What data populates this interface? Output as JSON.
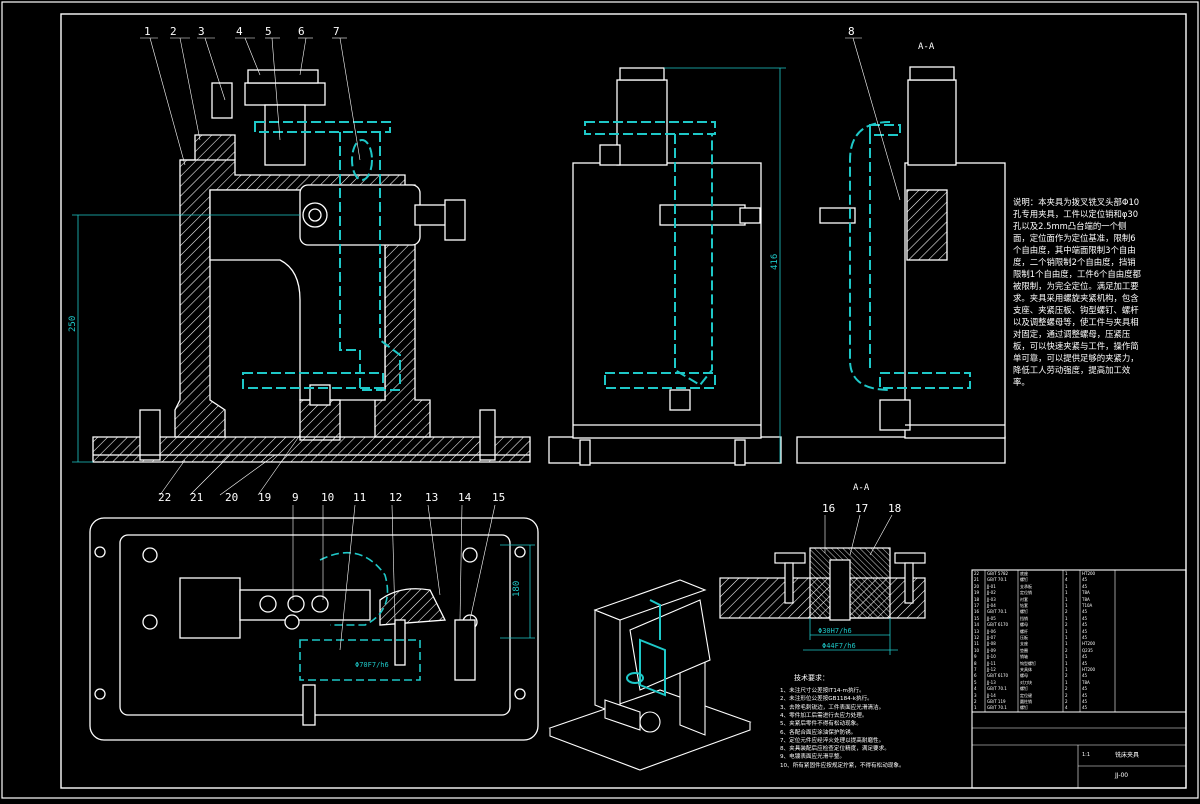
{
  "drawing": {
    "section_labels": {
      "main": "A-A",
      "detail": "A-A"
    },
    "callouts": [
      "1",
      "2",
      "3",
      "4",
      "5",
      "6",
      "7",
      "8",
      "9",
      "10",
      "11",
      "12",
      "13",
      "14",
      "15",
      "16",
      "17",
      "18",
      "19",
      "20",
      "21",
      "22"
    ],
    "dimensions": {
      "left_height": "250",
      "mid_height": "416",
      "bottom_right": "180",
      "fit_a": "Φ70F7/h6",
      "fit_b": "Φ30H7/h6",
      "fit_c": "Φ44F7/h6"
    },
    "description_text": "说明：本夹具为拨叉铣叉头部Φ10孔专用夹具，工件以定位销和φ30孔以及2.5mm凸台端的一个侧面，定位面作为定位基准，限制6个自由度，其中端面限制3个自由度，二个销限制2个自由度，挡销限制1个自由度，工件6个自由度都被限制，为完全定位。满足加工要求。夹具采用螺旋夹紧机构，包含支座、夹紧压板、钩型螺钉、螺杆以及调整螺母等，使工件与夹具相对固定，通过调整螺母，压紧压板，可以快速夹紧与工件，操作简单可靠，可以提供足够的夹紧力，降低工人劳动强度，提高加工效率。",
    "tech_title": "技术要求：",
    "tech_requirements": [
      "1、未注尺寸公差按IT14-m执行。",
      "2、未注形位公差按GB1184-k执行。",
      "3、去除毛刺锐边，工件表面应光滑清洁。",
      "4、零件加工后需进行去应力处理。",
      "5、夹紧后零件不得有松动现象。",
      "6、各配合面应涂油保护防锈。",
      "7、定位元件应经淬火处理以提高耐磨性。",
      "8、夹具装配后应检查定位精度，满足要求。",
      "9、电镀表面应光滑平整。",
      "10、所有紧固件应按规定拧紧，不得有松动现象。"
    ],
    "title_block": {
      "name": "铣床夹具",
      "scale": "1:1",
      "number": "JJ-00"
    },
    "bom_rows": [
      {
        "no": "22",
        "code": "GB/T 5782",
        "name": "底座",
        "qty": "1",
        "material": "HT200"
      },
      {
        "no": "21",
        "code": "GB/T 70.1",
        "name": "螺钉",
        "qty": "4",
        "material": "45"
      },
      {
        "no": "20",
        "code": "JJ-01",
        "name": "支承板",
        "qty": "1",
        "material": "45"
      },
      {
        "no": "19",
        "code": "JJ-02",
        "name": "定位销",
        "qty": "1",
        "material": "T8A"
      },
      {
        "no": "18",
        "code": "JJ-03",
        "name": "衬套",
        "qty": "1",
        "material": "T8A"
      },
      {
        "no": "17",
        "code": "JJ-04",
        "name": "钻套",
        "qty": "1",
        "material": "T10A"
      },
      {
        "no": "16",
        "code": "GB/T 70.1",
        "name": "螺钉",
        "qty": "2",
        "material": "45"
      },
      {
        "no": "15",
        "code": "JJ-05",
        "name": "挡销",
        "qty": "1",
        "material": "45"
      },
      {
        "no": "14",
        "code": "GB/T 6170",
        "name": "螺母",
        "qty": "2",
        "material": "45"
      },
      {
        "no": "13",
        "code": "JJ-06",
        "name": "螺杆",
        "qty": "1",
        "material": "45"
      },
      {
        "no": "12",
        "code": "JJ-07",
        "name": "压板",
        "qty": "1",
        "material": "45"
      },
      {
        "no": "11",
        "code": "JJ-08",
        "name": "支座",
        "qty": "1",
        "material": "HT200"
      },
      {
        "no": "10",
        "code": "JJ-09",
        "name": "垫圈",
        "qty": "2",
        "material": "Q235"
      },
      {
        "no": "9",
        "code": "JJ-10",
        "name": "销轴",
        "qty": "1",
        "material": "45"
      },
      {
        "no": "8",
        "code": "JJ-11",
        "name": "钩型螺钉",
        "qty": "1",
        "material": "45"
      },
      {
        "no": "7",
        "code": "JJ-12",
        "name": "夹具体",
        "qty": "1",
        "material": "HT200"
      },
      {
        "no": "6",
        "code": "GB/T 6170",
        "name": "螺母",
        "qty": "2",
        "material": "45"
      },
      {
        "no": "5",
        "code": "JJ-13",
        "name": "对刀块",
        "qty": "1",
        "material": "T8A"
      },
      {
        "no": "4",
        "code": "GB/T 70.1",
        "name": "螺钉",
        "qty": "2",
        "material": "45"
      },
      {
        "no": "3",
        "code": "JJ-14",
        "name": "定位键",
        "qty": "2",
        "material": "45"
      },
      {
        "no": "2",
        "code": "GB/T 119",
        "name": "圆柱销",
        "qty": "2",
        "material": "45"
      },
      {
        "no": "1",
        "code": "GB/T 70.1",
        "name": "螺钉",
        "qty": "4",
        "material": "45"
      }
    ]
  }
}
